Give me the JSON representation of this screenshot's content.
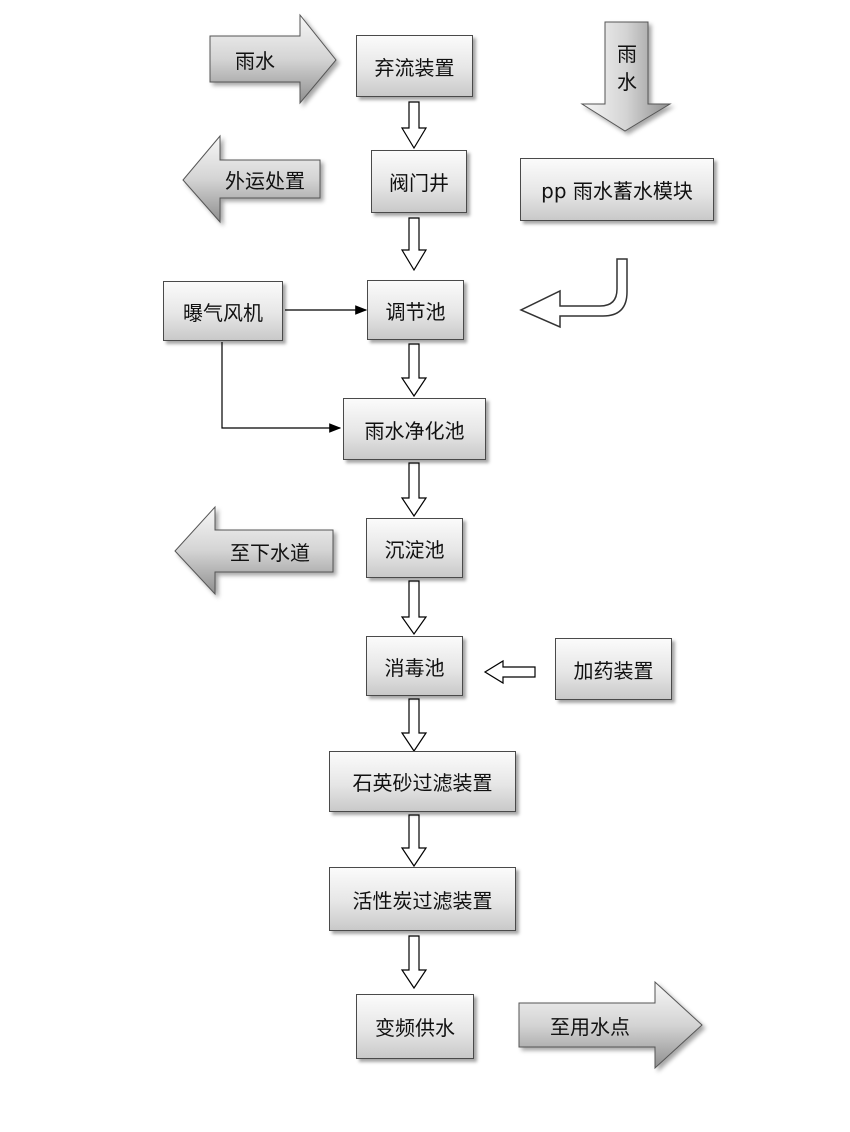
{
  "nodes": {
    "diversion_device": "弃流装置",
    "valve_well": "阀门井",
    "pp_module": "pp 雨水蓄水模块",
    "regulating_tank": "调节池",
    "aeration_blower": "曝气风机",
    "purification_tank": "雨水净化池",
    "sedimentation_tank": "沉淀池",
    "disinfection_tank": "消毒池",
    "dosing_device": "加药装置",
    "quartz_filter": "石英砂过滤装置",
    "carbon_filter": "活性炭过滤装置",
    "vfd_supply": "变频供水"
  },
  "arrow_labels": {
    "rain_left": "雨水",
    "rain_right_top": "雨",
    "rain_right_bottom": "水",
    "transport_disposal": "外运处置",
    "to_sewer": "至下水道",
    "to_use_point": "至用水点"
  },
  "colors": {
    "box_border": "#4a4a4a",
    "arrow_fill_light": "#f5f5f5",
    "arrow_fill_dark": "#9a9a9a",
    "line": "#000000"
  }
}
